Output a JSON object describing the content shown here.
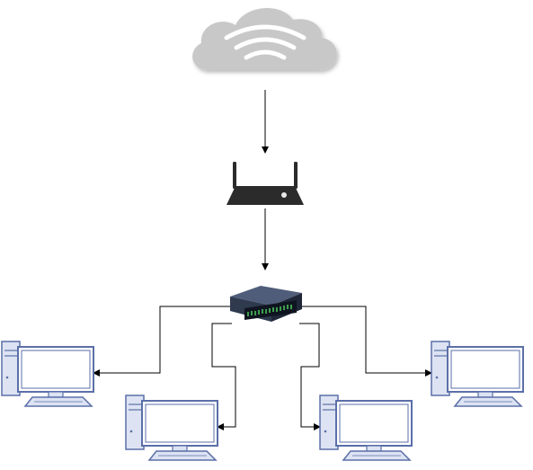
{
  "diagram": {
    "nodes": [
      {
        "id": "internet",
        "icon": "cloud-wifi-icon"
      },
      {
        "id": "router",
        "icon": "wireless-router-icon"
      },
      {
        "id": "switch",
        "icon": "network-switch-icon"
      },
      {
        "id": "pc-1",
        "icon": "desktop-computer-icon"
      },
      {
        "id": "pc-2",
        "icon": "desktop-computer-icon"
      },
      {
        "id": "pc-3",
        "icon": "desktop-computer-icon"
      },
      {
        "id": "pc-4",
        "icon": "desktop-computer-icon"
      }
    ],
    "edges": [
      {
        "from": "internet",
        "to": "router"
      },
      {
        "from": "router",
        "to": "switch"
      },
      {
        "from": "switch",
        "to": "pc-1"
      },
      {
        "from": "switch",
        "to": "pc-2"
      },
      {
        "from": "switch",
        "to": "pc-3"
      },
      {
        "from": "switch",
        "to": "pc-4"
      }
    ]
  },
  "colors": {
    "cloud": "#c8c8c8",
    "router": "#2b2b2b",
    "switch_body": "#2f3a4f",
    "switch_ports": "#2e7d32",
    "computer_fill": "#dde3f3",
    "computer_stroke": "#5b6fa8",
    "connector": "#000000"
  }
}
